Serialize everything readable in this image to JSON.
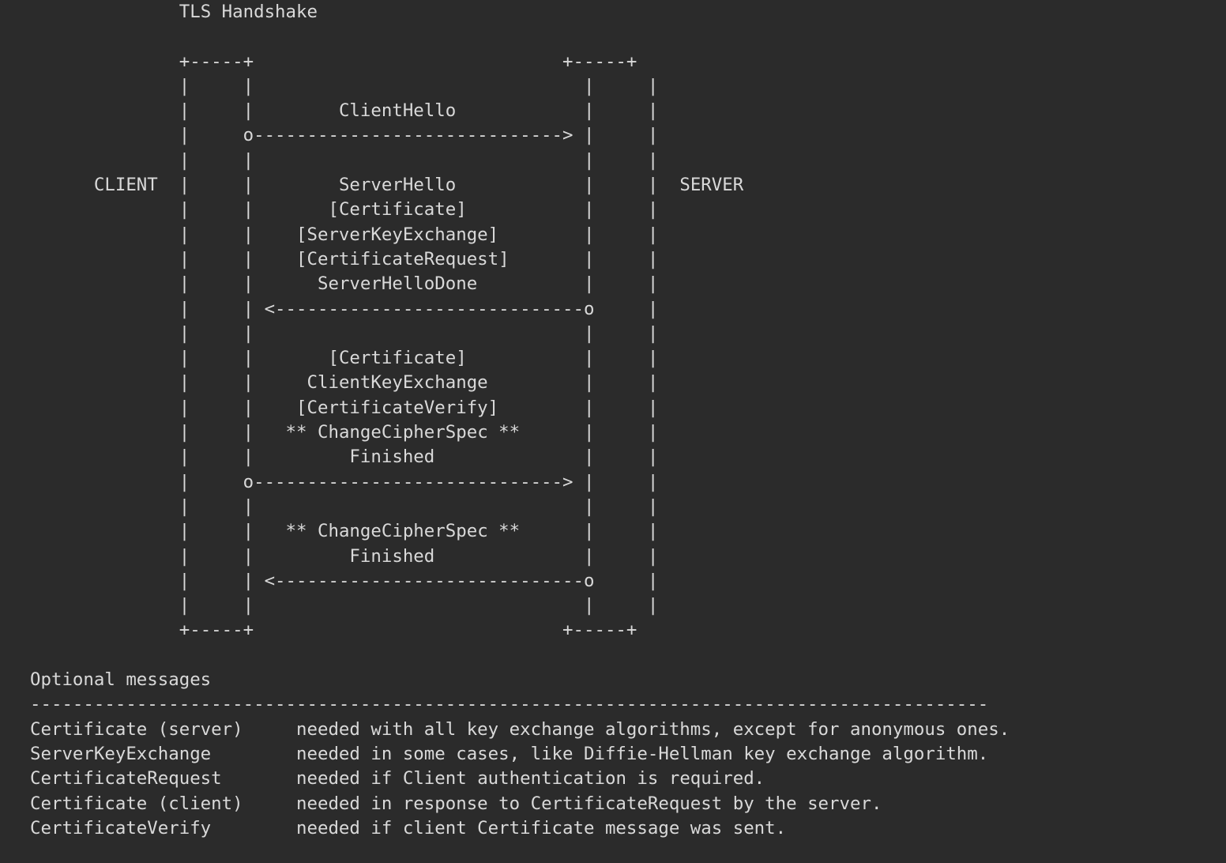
{
  "diagram": {
    "title": "TLS Handshake",
    "client_label": "CLIENT",
    "server_label": "SERVER",
    "box_top": "+-----+                             +-----+",
    "box_bottom": "+-----+                             +-----+",
    "arrow_right": "o----------------------------->",
    "arrow_left": "<-----------------------------o",
    "messages": {
      "client_hello": "ClientHello",
      "server_hello": "ServerHello",
      "certificate_server": "[Certificate]",
      "server_key_exchange": "[ServerKeyExchange]",
      "certificate_request": "[CertificateRequest]",
      "server_hello_done": "ServerHelloDone",
      "certificate_client": "[Certificate]",
      "client_key_exchange": "ClientKeyExchange",
      "certificate_verify": "[CertificateVerify]",
      "change_cipher_spec_client": "** ChangeCipherSpec **",
      "finished_client": "Finished",
      "change_cipher_spec_server": "** ChangeCipherSpec **",
      "finished_server": "Finished"
    }
  },
  "optional": {
    "heading": "Optional messages",
    "rule": "------------------------------------------------------------------------------------------",
    "items": [
      {
        "name": "Certificate (server)",
        "desc": "needed with all key exchange algorithms, except for anonymous ones."
      },
      {
        "name": "ServerKeyExchange",
        "desc": "needed in some cases, like Diffie-Hellman key exchange algorithm."
      },
      {
        "name": "CertificateRequest",
        "desc": "needed if Client authentication is required."
      },
      {
        "name": "Certificate (client)",
        "desc": "needed in response to CertificateRequest by the server."
      },
      {
        "name": "CertificateVerify",
        "desc": "needed if client Certificate message was sent."
      }
    ]
  },
  "colors": {
    "background": "#2b2b2b",
    "text": "#d9d9d9"
  }
}
